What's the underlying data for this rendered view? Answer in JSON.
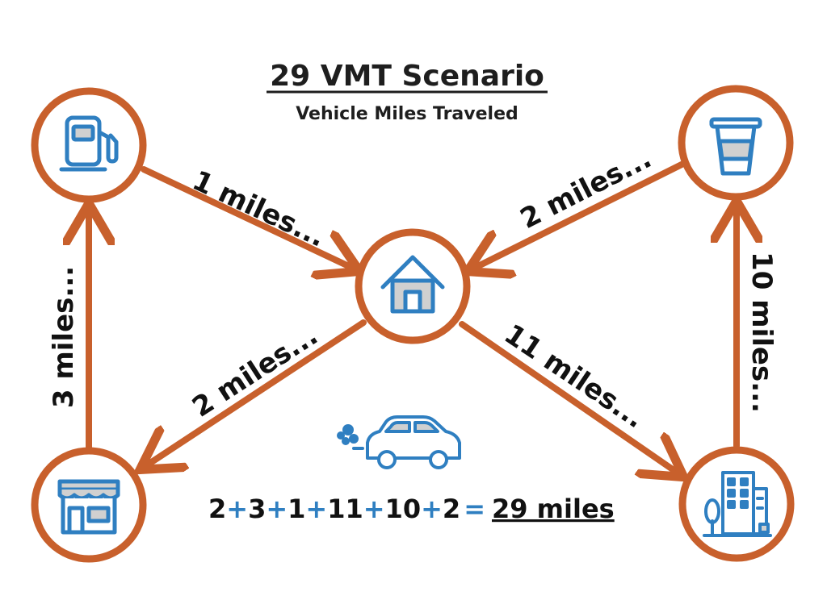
{
  "title": "29 VMT Scenario",
  "subtitle": "Vehicle Miles Traveled",
  "colors": {
    "ring": "#c8602c",
    "arrow": "#c8602c",
    "icon_stroke": "#2f7fc1",
    "icon_fill": "#d0d0d0",
    "plus": "#2f7fc1",
    "text": "#111111"
  },
  "nodes": {
    "gas_station": {
      "icon": "gas-pump-icon"
    },
    "coffee": {
      "icon": "coffee-cup-icon"
    },
    "home": {
      "icon": "house-icon"
    },
    "store": {
      "icon": "storefront-icon"
    },
    "office": {
      "icon": "office-building-icon"
    }
  },
  "edges": {
    "gas_to_home": "1 miles...",
    "coffee_to_home": "2 miles...",
    "store_to_gas": "3 miles...",
    "home_to_store": "2 miles...",
    "home_to_office": "11 miles...",
    "office_to_coffee": "10 miles..."
  },
  "vehicle_icon": "car-with-exhaust-icon",
  "equation": {
    "terms": [
      "2",
      "3",
      "1",
      "11",
      "10",
      "2"
    ],
    "plus": "+",
    "equals": "=",
    "total": "29 miles"
  }
}
